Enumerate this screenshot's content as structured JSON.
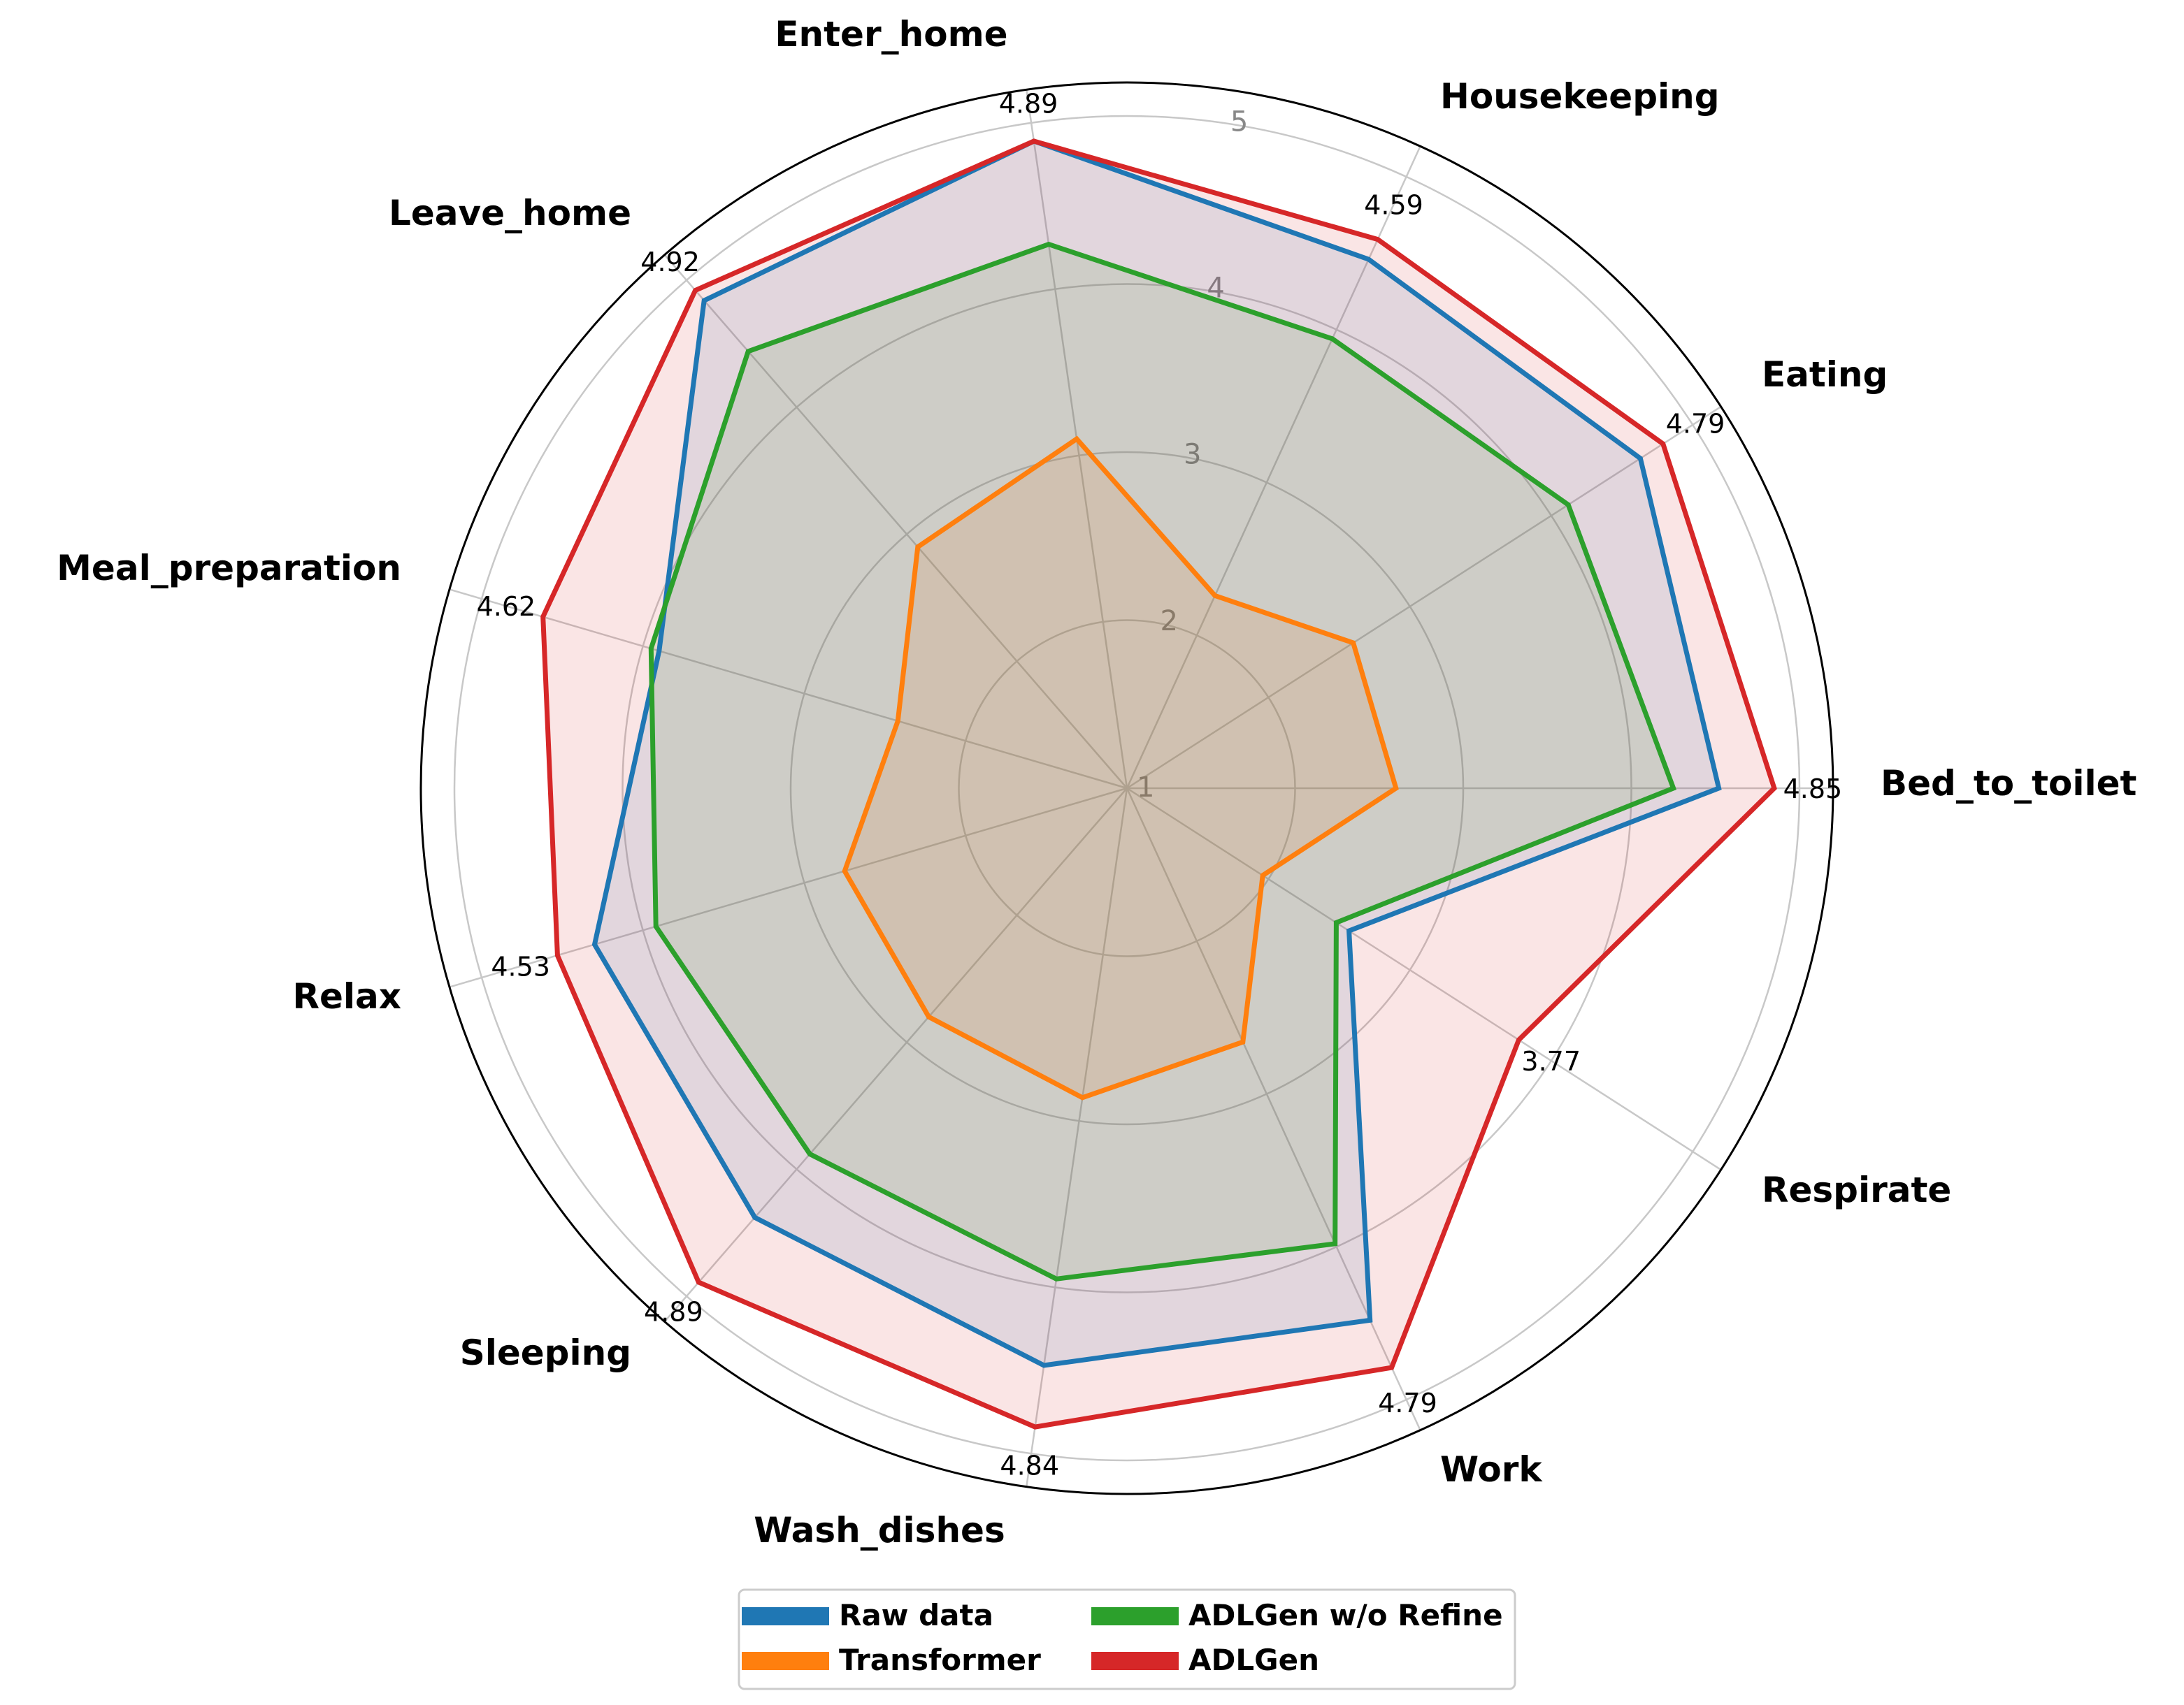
{
  "chart_data": {
    "type": "radar",
    "categories": [
      "Bed_to_toilet",
      "Eating",
      "Housekeeping",
      "Enter_home",
      "Leave_home",
      "Meal_preparation",
      "Relax",
      "Sleeping",
      "Wash_dishes",
      "Work",
      "Respirate"
    ],
    "rlim": [
      1,
      5
    ],
    "r_ticks": [
      "1",
      "2",
      "3",
      "4",
      "5"
    ],
    "grid": true,
    "legend_position": "bottom",
    "series": [
      {
        "name": "Raw data",
        "color": "#1f77b4",
        "values": [
          4.52,
          4.63,
          4.46,
          4.89,
          4.84,
          3.9,
          4.3,
          4.38,
          4.47,
          4.48,
          2.57
        ]
      },
      {
        "name": "Transformer",
        "color": "#ff7f0e",
        "values": [
          2.6,
          2.6,
          2.26,
          3.1,
          2.9,
          2.42,
          2.75,
          2.8,
          2.86,
          2.66,
          1.96
        ]
      },
      {
        "name": "ADLGen w/o Refine",
        "color": "#2ca02c",
        "values": [
          4.25,
          4.12,
          3.94,
          4.27,
          4.44,
          3.95,
          3.92,
          3.88,
          3.95,
          3.98,
          2.48
        ]
      },
      {
        "name": "ADLGen",
        "color": "#d62728",
        "values": [
          4.85,
          4.79,
          4.59,
          4.89,
          4.92,
          4.62,
          4.53,
          4.89,
          4.84,
          4.79,
          3.77
        ]
      }
    ],
    "value_labels": [
      "4.85",
      "4.79",
      "4.59",
      "4.89",
      "4.92",
      "4.62",
      "4.53",
      "4.89",
      "4.84",
      "4.79",
      "3.77"
    ]
  }
}
